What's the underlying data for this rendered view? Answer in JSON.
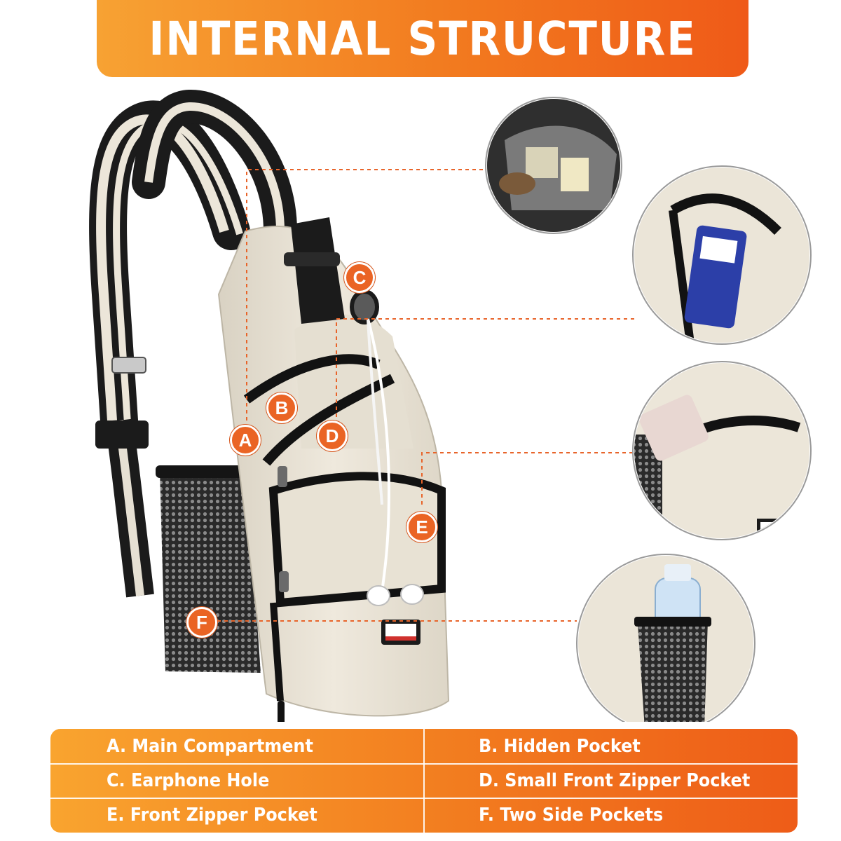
{
  "header": {
    "title": "INTERNAL STRUCTURE"
  },
  "markers": [
    {
      "letter": "A"
    },
    {
      "letter": "B"
    },
    {
      "letter": "C"
    },
    {
      "letter": "D"
    },
    {
      "letter": "E"
    },
    {
      "letter": "F"
    }
  ],
  "legend": {
    "items": [
      {
        "label": "A. Main Compartment"
      },
      {
        "label": "B. Hidden Pocket"
      },
      {
        "label": "C. Earphone Hole"
      },
      {
        "label": "D. Small Front Zipper Pocket"
      },
      {
        "label": "E. Front Zipper Pocket"
      },
      {
        "label": "F. Two Side Pockets"
      }
    ]
  },
  "colors": {
    "accent_orange": "#f27a1f",
    "marker_orange": "#ea6424",
    "bag_body": "#ece6d9",
    "strap_black": "#1b1b1b",
    "zipper_black": "#141414",
    "guide_line": "#e8642a"
  }
}
